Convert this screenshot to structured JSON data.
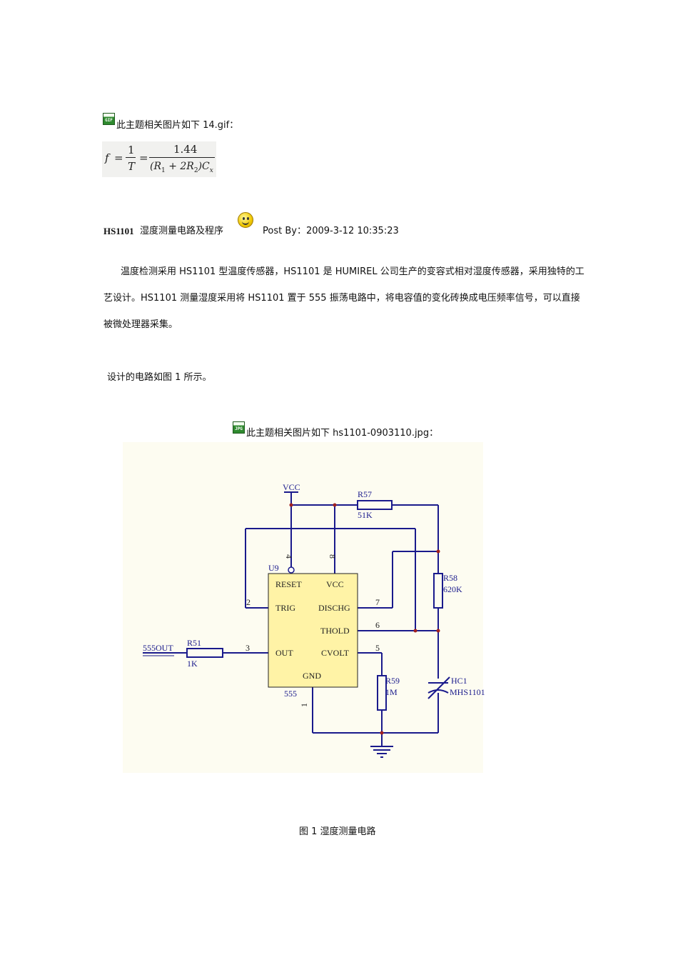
{
  "img1": {
    "icon": "gif-file-icon",
    "caption": "此主题相关图片如下 14.gif："
  },
  "formula": {
    "f": "f",
    "eq": "=",
    "one": "1",
    "T": "T",
    "numerator": "1.44",
    "lparen": "(R",
    "sub1": "1",
    "plus": " + 2R",
    "sub2": "2",
    "rparen": ")C",
    "subx": "x"
  },
  "post": {
    "title_bold": "HS1101",
    "title_rest": "湿度测量电路及程序",
    "icon": "smiley-icon",
    "meta": "Post  By：2009-3-12  10:35:23"
  },
  "paragraph1": "温度检测采用 HS1101 型温度传感器，HS1101 是 HUMIREL 公司生产的变容式相对湿度传感器，采用独特的工艺设计。HS1101 测量湿度采用将 HS1101 置于 555 振荡电路中，将电容值的变化砖换成电压频率信号，可以直接被微处理器采集。",
  "paragraph2": "设计的电路如图 1 所示。",
  "img2": {
    "icon": "jpg-file-icon",
    "caption": "此主题相关图片如下 hs1101-0903110.jpg："
  },
  "schematic": {
    "vcc": "VCC",
    "r57_name": "R57",
    "r57_val": "51K",
    "r58_name": "R58",
    "r58_val": "620K",
    "r59_name": "R59",
    "r59_val": "1M",
    "r51_name": "R51",
    "r51_val": "1K",
    "hc1_name": "HC1",
    "hc1_val": "MHS1101",
    "u9": "U9",
    "chip_type": "555",
    "pin_reset": "RESET",
    "pin_vcc": "VCC",
    "pin_trig": "TRIG",
    "pin_dischg": "DISCHG",
    "pin_thold": "THOLD",
    "pin_out": "OUT",
    "pin_cvolt": "CVOLT",
    "pin_gnd": "GND",
    "n4": "4",
    "n8": "8",
    "n2": "2",
    "n7": "7",
    "n6": "6",
    "n3": "3",
    "n5": "5",
    "n1": "1",
    "out_label": "555OUT"
  },
  "figure_caption": "图 1  湿度测量电路"
}
